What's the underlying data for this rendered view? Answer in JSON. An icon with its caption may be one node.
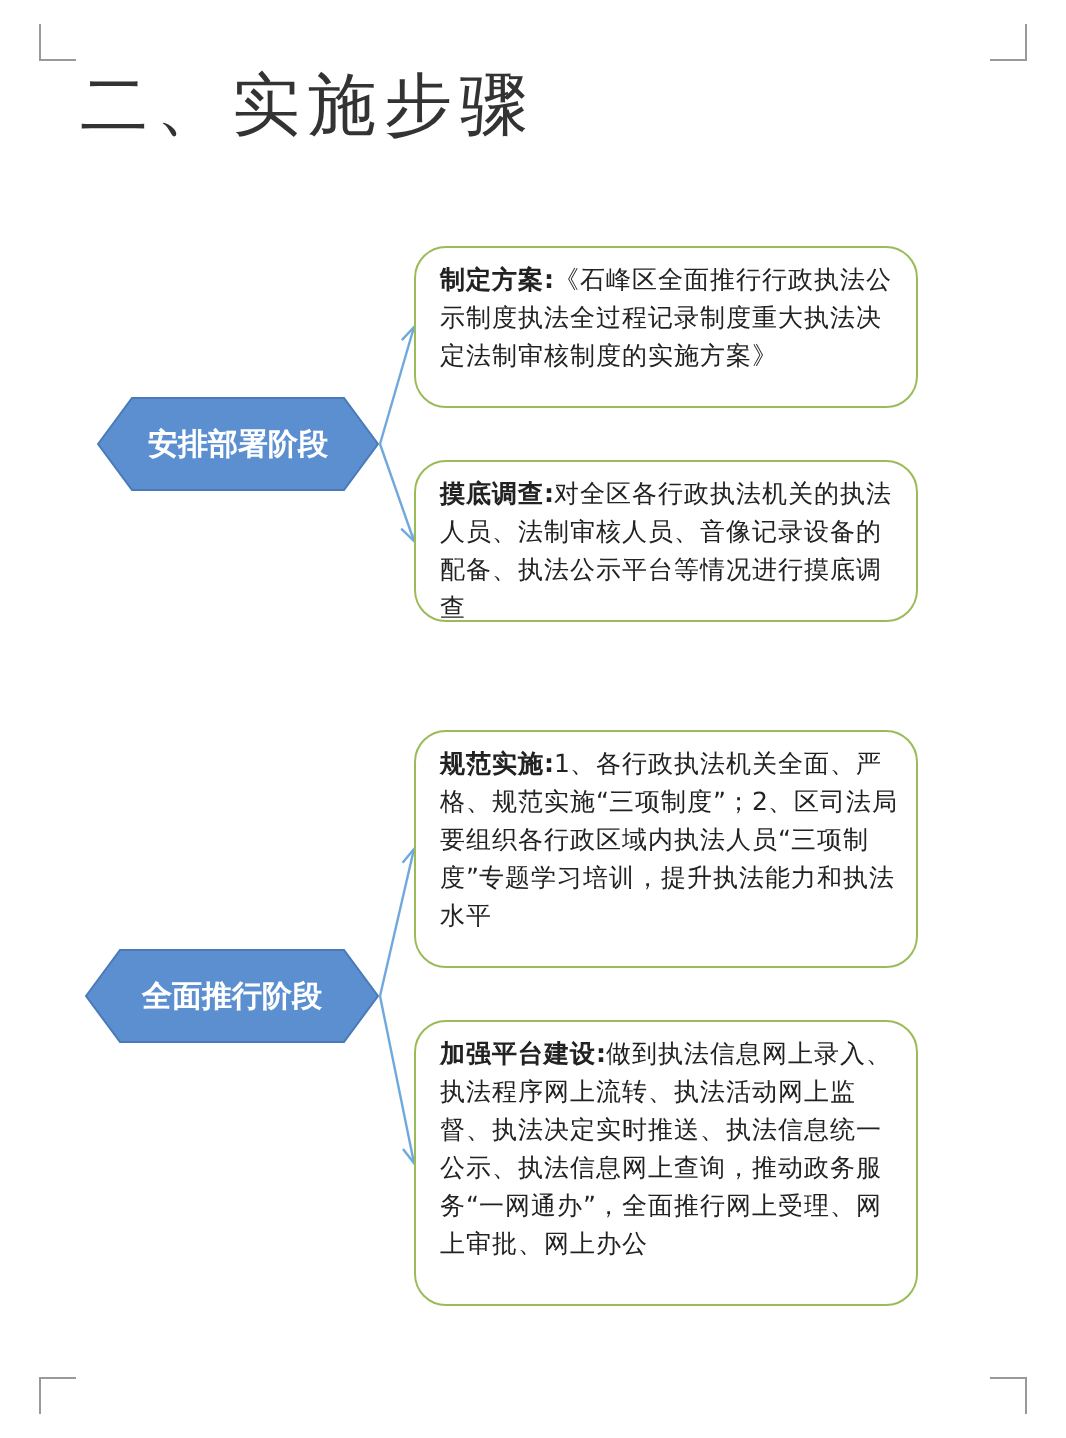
{
  "diagram": {
    "title": "二、实施步骤",
    "nodes": [
      {
        "text": [
          "安排部署阶段"
        ]
      },
      {
        "text": [
          "**制定方案:**《石峰区全面推行行政执法公示制度执法全过程记录制度重大执法决定法制审核制度的实施方案》"
        ]
      },
      {
        "text": [
          "**摸底调查:**对全区各行政执法机关的执法人员、法制审核人员、音像记录设备的配备、执法公示平台等情况进行摸底调查"
        ]
      },
      {
        "text": [
          "全面推行阶段"
        ]
      },
      {
        "text": [
          "**规范实施:**1、各行政执法机关全面、严格、规范实施“三项制度”；2、区司法局要组织各行政区域内执法人员“三项制度”专题学习培训，提升执法能力和执法水平"
        ]
      },
      {
        "text": [
          "**加强平台建设:**做到执法信息网上录入、执法程序网上流转、执法活动网上监督、执法决定实时推送、执法信息统一公示、执法信息网上查询，推动政务服务“一网通办”，全面推行网上受理、网上审批、网上办公"
        ]
      }
    ],
    "edges": [
      {
        "from": 0,
        "to": 1,
        "arrow": "to"
      },
      {
        "from": 0,
        "to": 2,
        "arrow": "to"
      },
      {
        "from": 3,
        "to": 4,
        "arrow": "to"
      },
      {
        "from": 3,
        "to": 5,
        "arrow": "to"
      }
    ]
  }
}
